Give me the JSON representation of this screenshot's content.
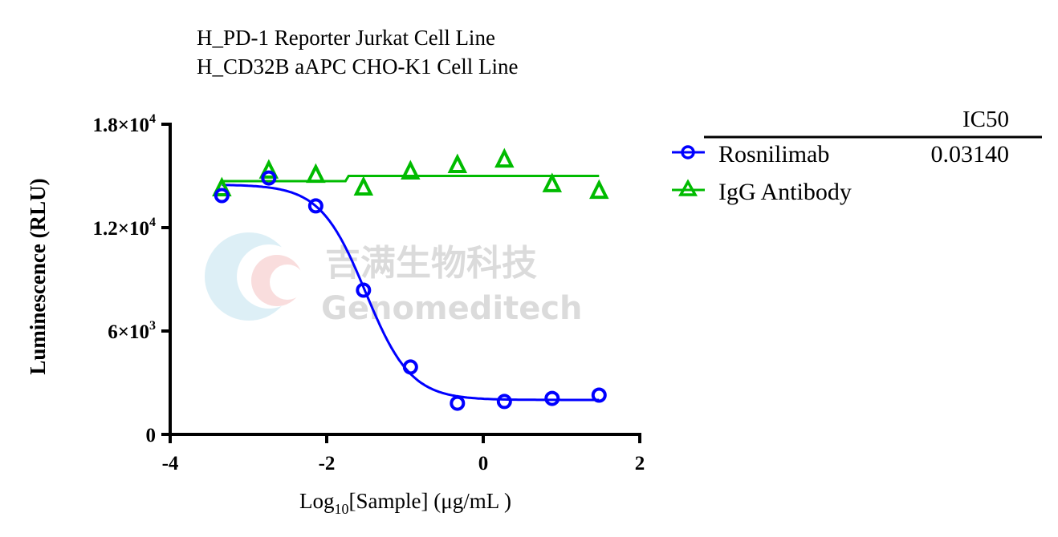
{
  "chart_data": {
    "type": "scatter",
    "title_lines": [
      "H_PD-1 Reporter Jurkat Cell Line",
      "H_CD32B aAPC CHO-K1 Cell Line"
    ],
    "xlabel_main": "Log",
    "xlabel_sub": "10",
    "xlabel_rest": "[Sample] (μg/mL )",
    "ylabel": "Luminescence (RLU)",
    "xlim": [
      -4,
      2
    ],
    "ylim": [
      0,
      18000
    ],
    "x_ticks": [
      {
        "v": -4,
        "label": "-4"
      },
      {
        "v": -2,
        "label": "-2"
      },
      {
        "v": 0,
        "label": "0"
      },
      {
        "v": 2,
        "label": "2"
      }
    ],
    "y_ticks": [
      {
        "v": 0,
        "label": "0",
        "exp": ""
      },
      {
        "v": 6000,
        "label": "6×10",
        "exp": "3"
      },
      {
        "v": 12000,
        "label": "1.2×10",
        "exp": "4"
      },
      {
        "v": 18000,
        "label": "1.8×10",
        "exp": "4"
      }
    ],
    "grid": false,
    "legend_placement": "right",
    "table_header": "IC50",
    "series": [
      {
        "name": "Rosnilimab",
        "color": "#0000ff",
        "marker": "circle",
        "ic50": "0.03140",
        "x": [
          -3.34,
          -2.74,
          -2.14,
          -1.53,
          -0.93,
          -0.33,
          0.27,
          0.88,
          1.48
        ],
        "y": [
          13860,
          14880,
          13260,
          8370,
          3910,
          1810,
          1910,
          2090,
          2280
        ],
        "fit": {
          "model": "4PL",
          "top": 14500,
          "bottom": 2000,
          "log_ic50": -1.503,
          "hill_slope": -1.5
        }
      },
      {
        "name": "IgG Antibody",
        "color": "#00bb00",
        "marker": "triangle",
        "x": [
          -3.34,
          -2.74,
          -2.14,
          -1.53,
          -0.93,
          -0.33,
          0.27,
          0.88,
          1.48
        ],
        "y": [
          14230,
          15260,
          15020,
          14280,
          15210,
          15580,
          15900,
          14470,
          14090
        ],
        "fit_points": [
          [
            -3.34,
            14700
          ],
          [
            -1.76,
            14700
          ],
          [
            -1.72,
            15000
          ],
          [
            1.48,
            15000
          ]
        ]
      }
    ]
  },
  "watermark": {
    "cn": "吉满生物科技",
    "en": "Genomeditech"
  }
}
